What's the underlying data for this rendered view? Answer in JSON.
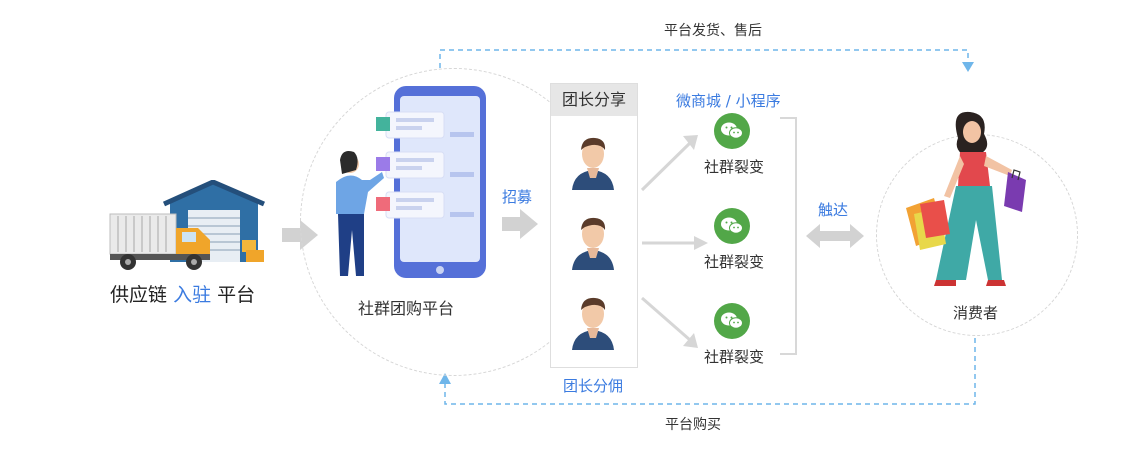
{
  "top_flow_label": "平台发货、售后",
  "bottom_flow_label": "平台购买",
  "supplier": {
    "prefix": "供应链",
    "highlight": "入驻",
    "suffix": "平台"
  },
  "platform_label": "社群团购平台",
  "recruit_label": "招募",
  "share_header": "团长分享",
  "commission_label": "团长分佣",
  "channel_label": "微商城 / 小程序",
  "fission_items": [
    "社群裂变",
    "社群裂变",
    "社群裂变"
  ],
  "reach_label": "触达",
  "consumer_label": "消费者",
  "colors": {
    "accent_blue": "#3b7be0",
    "dashed_arrow": "#6fb6ea",
    "wechat_green": "#52a748",
    "gray_arrow": "#d0d0d0"
  },
  "icons": [
    "truck-icon",
    "warehouse-icon",
    "phone-icon",
    "person-icon",
    "avatar-icon",
    "wechat-icon",
    "shopper-icon"
  ]
}
